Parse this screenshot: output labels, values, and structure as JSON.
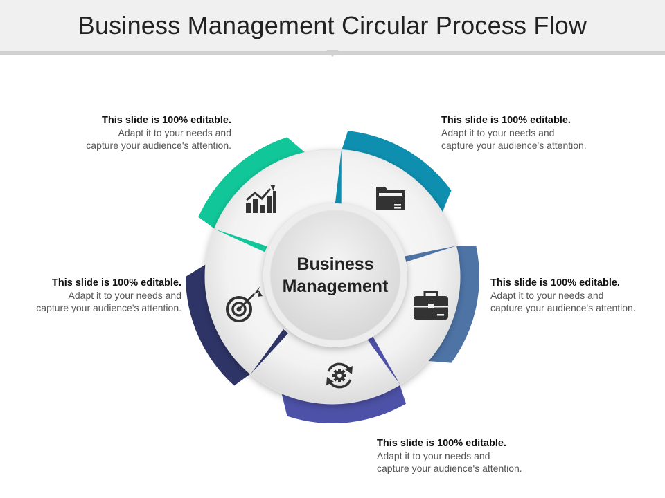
{
  "title": "Business Management Circular Process Flow",
  "center": {
    "line1": "Business",
    "line2": "Management"
  },
  "segments": [
    {
      "heading": "This slide is 100% editable.",
      "line1": "Adapt it to your needs and",
      "line2": "capture your audience's attention.",
      "color": "#0f8fb0",
      "icon": "folder-icon"
    },
    {
      "heading": "This slide is 100% editable.",
      "line1": "Adapt it to your needs and",
      "line2": "capture your audience's attention.",
      "color": "#4e74a6",
      "icon": "briefcase-icon"
    },
    {
      "heading": "This slide is 100% editable.",
      "line1": "Adapt it to your needs and",
      "line2": "capture your audience's attention.",
      "color": "#4d52a8",
      "icon": "gear-cycle-icon"
    },
    {
      "heading": "This slide is 100% editable.",
      "line1": "Adapt it to your needs and",
      "line2": "capture your audience's attention.",
      "color": "#2e3466",
      "icon": "target-icon"
    },
    {
      "heading": "This slide is 100% editable.",
      "line1": "Adapt it to your needs and",
      "line2": "capture your audience's attention.",
      "color": "#11c79a",
      "icon": "growth-chart-icon"
    }
  ]
}
